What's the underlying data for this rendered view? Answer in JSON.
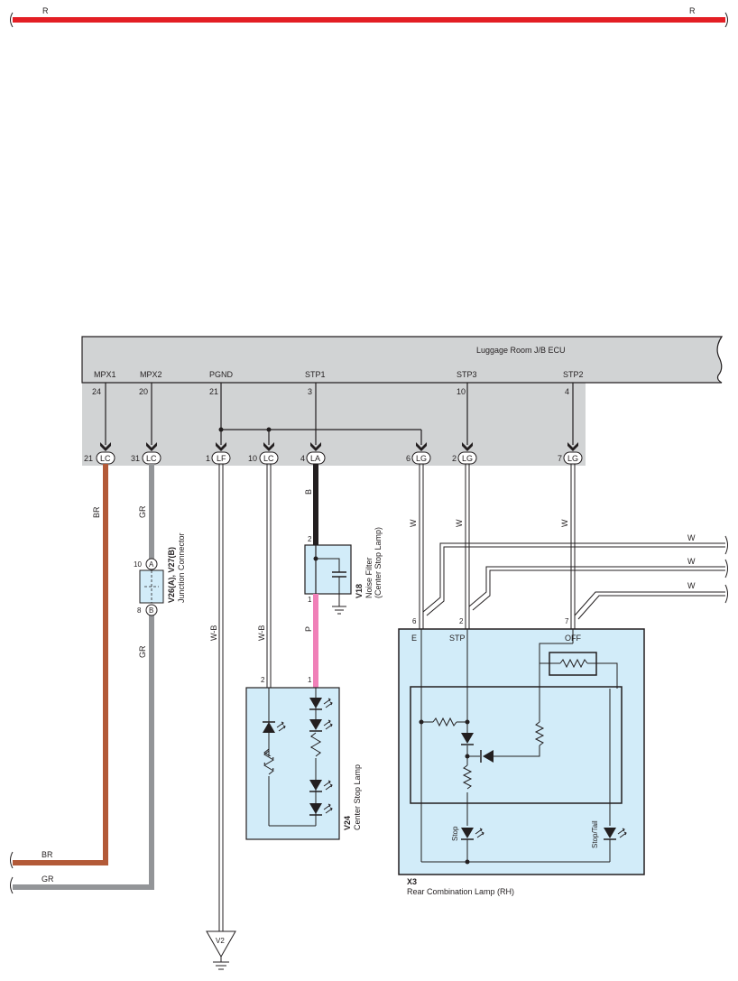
{
  "colors": {
    "red": "#e31e24",
    "brown": "#b35a38",
    "gray": "#939598",
    "black": "#231f20",
    "pink": "#f080b8",
    "ecu_fill": "#d1d3d4",
    "box_fill": "#d2ecf9"
  },
  "top_wire": {
    "left_label": "R",
    "right_label": "R"
  },
  "ecu": {
    "name": "Luggage Room J/B ECU",
    "pins": [
      {
        "name": "MPX1",
        "num": "24"
      },
      {
        "name": "MPX2",
        "num": "20"
      },
      {
        "name": "PGND",
        "num": "21"
      },
      {
        "name": "STP1",
        "num": "3"
      },
      {
        "name": "STP3",
        "num": "10"
      },
      {
        "name": "STP2",
        "num": "4"
      }
    ],
    "connectors": [
      {
        "num": "21",
        "code": "LC"
      },
      {
        "num": "31",
        "code": "LC"
      },
      {
        "num": "1",
        "code": "LF"
      },
      {
        "num": "10",
        "code": "LC"
      },
      {
        "num": "4",
        "code": "LA"
      },
      {
        "num": "6",
        "code": "LG"
      },
      {
        "num": "2",
        "code": "LG"
      },
      {
        "num": "7",
        "code": "LG"
      }
    ]
  },
  "wires": {
    "br": "BR",
    "gr": "GR",
    "gr2": "GR",
    "wb": "W-B",
    "wb2": "W-B",
    "b": "B",
    "p": "P",
    "w1": "W",
    "w2": "W",
    "w3": "W",
    "right_w1": "W",
    "right_w2": "W",
    "right_w3": "W",
    "bottom_br": "BR",
    "bottom_gr": "GR"
  },
  "junction": {
    "id": "V26(A), V27(B)",
    "name": "Junction Connector",
    "pin_a_num": "10",
    "pin_a": "A",
    "pin_b_num": "8",
    "pin_b": "B"
  },
  "noise_filter": {
    "id": "V18",
    "name_line1": "Noise Filter",
    "name_line2": "(Center Stop Lamp)",
    "pin_top": "2",
    "pin_bottom": "1"
  },
  "center_stop_lamp": {
    "id": "V24",
    "name": "Center Stop Lamp",
    "pin_left": "2",
    "pin_right": "1"
  },
  "rear_lamp": {
    "id": "X3",
    "name": "Rear Combination Lamp (RH)",
    "pin_e_num": "6",
    "pin_stp_num": "2",
    "pin_off_num": "7",
    "pin_e": "E",
    "pin_stp": "STP",
    "pin_off": "OFF",
    "stop_label": "Stop",
    "stoptail_label": "Stop/Tail"
  },
  "ground": {
    "id": "V2"
  }
}
